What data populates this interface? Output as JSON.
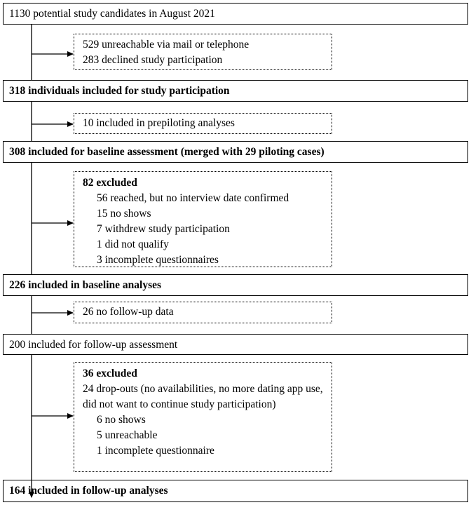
{
  "flow": {
    "s1": "1130 potential study candidates in August 2021",
    "e1": [
      "529 unreachable via mail or telephone",
      "283 declined study participation"
    ],
    "s2": "318 individuals included for study participation",
    "e2": "10 included in prepiloting analyses",
    "s3": "308 included for baseline assessment (merged with 29 piloting cases)",
    "e3": {
      "title": "82 excluded",
      "items": [
        "56 reached, but no interview date confirmed",
        "15 no shows",
        "7 withdrew study participation",
        "1 did not qualify",
        "3 incomplete questionnaires"
      ]
    },
    "s4": "226 included in baseline analyses",
    "e4": "26 no follow-up data",
    "s5": "200 included for follow-up assessment",
    "e5": {
      "title": "36 excluded",
      "lead": "24 drop-outs (no availabilities, no more dating app use, did not want to continue study participation)",
      "items": [
        "6 no shows",
        "5 unreachable",
        "1 incomplete questionnaire"
      ]
    },
    "s6": "164 included in follow-up analyses"
  }
}
